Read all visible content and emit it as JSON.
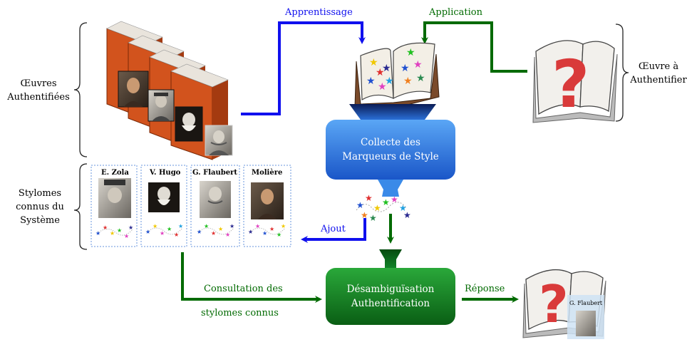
{
  "labels": {
    "oeuvres_authentifiees_line1": "Œuvres",
    "oeuvres_authentifiees_line2": "Authentifiées",
    "stylomes_line1": "Stylomes",
    "stylomes_line2": "connus du",
    "stylomes_line3": "Système",
    "oeuvre_a_line1": "Œuvre à",
    "oeuvre_a_line2": "Authentifier"
  },
  "flows": {
    "apprentissage": "Apprentissage",
    "application": "Application",
    "ajout": "Ajout",
    "consultation_line1": "Consultation des",
    "consultation_line2": "stylomes connus",
    "reponse": "Réponse"
  },
  "boxes": {
    "collecte_line1": "Collecte des",
    "collecte_line2": "Marqueurs de Style",
    "desamb_line1": "Désambiguïsation",
    "desamb_line2": "Authentification"
  },
  "authors": [
    {
      "name": "E. Zola"
    },
    {
      "name": "V. Hugo"
    },
    {
      "name": "G. Flaubert"
    },
    {
      "name": "Molière"
    }
  ],
  "result_tag": "G. Flaubert",
  "colors": {
    "blue": "#1010ee",
    "green": "#006a00",
    "book": "#d2531d",
    "box_blue": "#2a6fd6",
    "box_green": "#0e7a1d"
  }
}
